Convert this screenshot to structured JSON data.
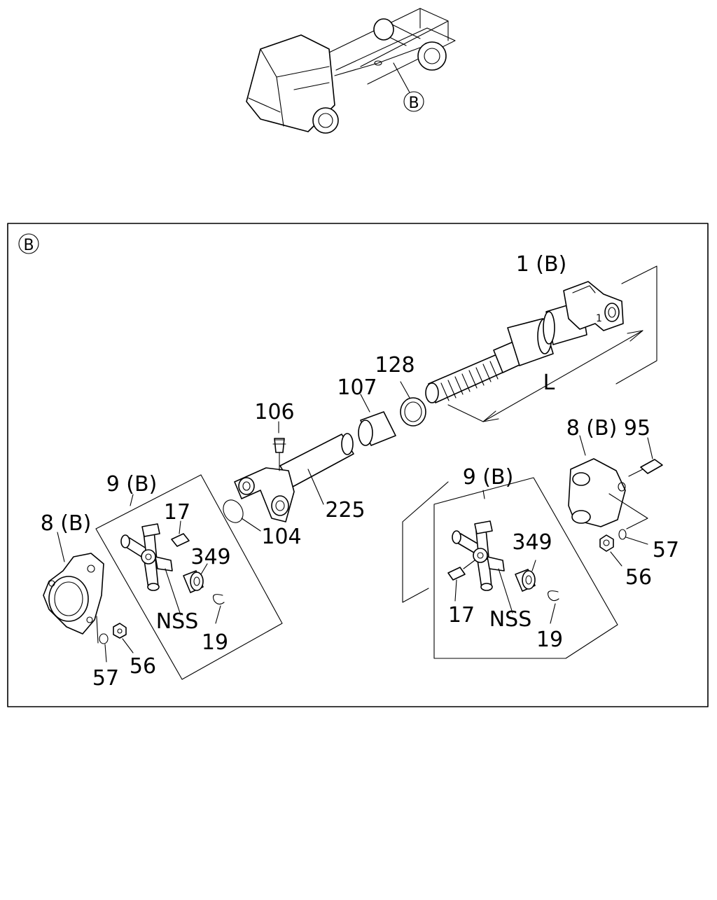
{
  "overview": {
    "callout": "B"
  },
  "detail": {
    "marker": "B",
    "dimension_label": "L",
    "end_yoke_mark": "1"
  },
  "labels": {
    "p1": "1 (B)",
    "p128": "128",
    "p107": "107",
    "p106": "106",
    "p225": "225",
    "p104": "104",
    "p8_right": "8 (B)",
    "p95": "95",
    "p57_right": "57",
    "p56_right": "56",
    "p9_left": "9 (B)",
    "p17_left": "17",
    "p349_left": "349",
    "nss_left": "NSS",
    "p19_left": "19",
    "p8_left": "8 (B)",
    "p57_left": "57",
    "p56_left": "56",
    "p9_right": "9 (B)",
    "p349_right": "349",
    "p17_right": "17",
    "nss_right": "NSS",
    "p19_right": "19"
  }
}
